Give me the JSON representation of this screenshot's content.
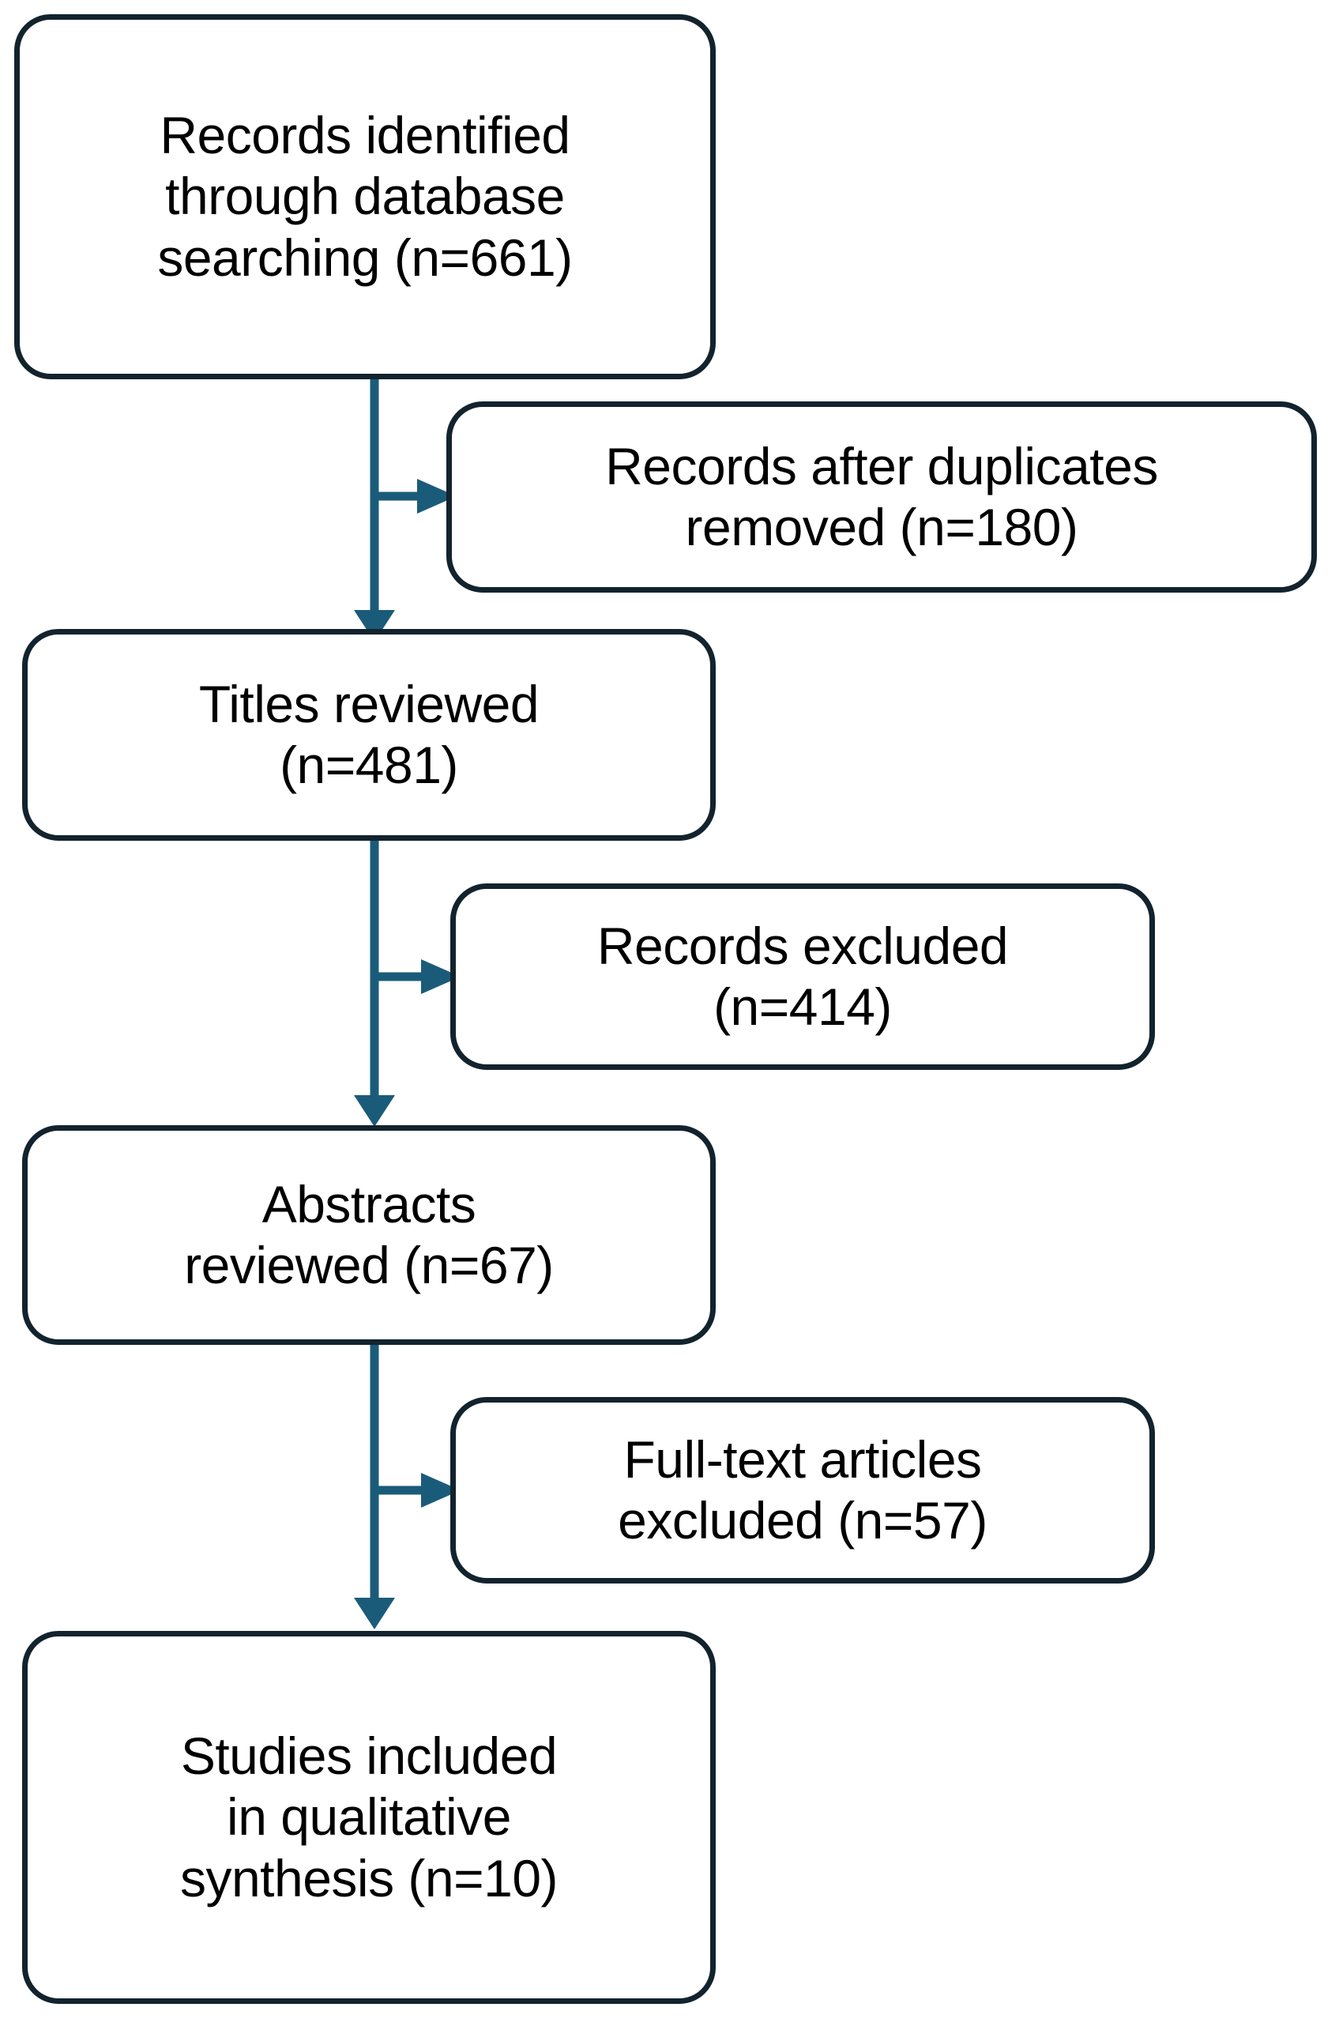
{
  "diagram": {
    "type": "prisma-flow-diagram",
    "title": "PRISMA study selection flow diagram",
    "colors": {
      "box_border": "#12232E",
      "box_fill": "#FFFFFF",
      "connector": "#1B5B7A",
      "text": "#000000",
      "background": "#FFFFFF"
    },
    "nodes": [
      {
        "id": "identified",
        "column": "main",
        "label": "Records identified\nthrough database\nsearching (n=661)",
        "lines": [
          "Records identified",
          "through database",
          "searching (n=661)"
        ],
        "count": 661
      },
      {
        "id": "duplicates",
        "column": "side",
        "label": "Records after duplicates\nremoved (n=180)",
        "lines": [
          "Records after duplicates",
          "removed (n=180)"
        ],
        "count": 180
      },
      {
        "id": "titles",
        "column": "main",
        "label": "Titles reviewed\n(n=481)",
        "lines": [
          "Titles reviewed",
          "(n=481)"
        ],
        "count": 481
      },
      {
        "id": "records_excluded",
        "column": "side",
        "label": "Records excluded\n(n=414)",
        "lines": [
          "Records excluded",
          "(n=414)"
        ],
        "count": 414
      },
      {
        "id": "abstracts",
        "column": "main",
        "label": "Abstracts\nreviewed (n=67)",
        "lines": [
          "Abstracts",
          "reviewed (n=67)"
        ],
        "count": 67
      },
      {
        "id": "fulltext_excluded",
        "column": "side",
        "label": "Full-text articles\nexcluded (n=57)",
        "lines": [
          "Full-text articles",
          "excluded (n=57)"
        ],
        "count": 57
      },
      {
        "id": "included",
        "column": "main",
        "label": "Studies included\nin qualitative\nsynthesis (n=10)",
        "lines": [
          "Studies included",
          "in qualitative",
          "synthesis (n=10)"
        ],
        "count": 10
      }
    ],
    "edges": [
      {
        "from": "identified",
        "to": "duplicates",
        "direction": "right"
      },
      {
        "from": "identified",
        "to": "titles",
        "direction": "down"
      },
      {
        "from": "titles",
        "to": "records_excluded",
        "direction": "right"
      },
      {
        "from": "titles",
        "to": "abstracts",
        "direction": "down"
      },
      {
        "from": "abstracts",
        "to": "fulltext_excluded",
        "direction": "right"
      },
      {
        "from": "abstracts",
        "to": "included",
        "direction": "down"
      }
    ]
  }
}
